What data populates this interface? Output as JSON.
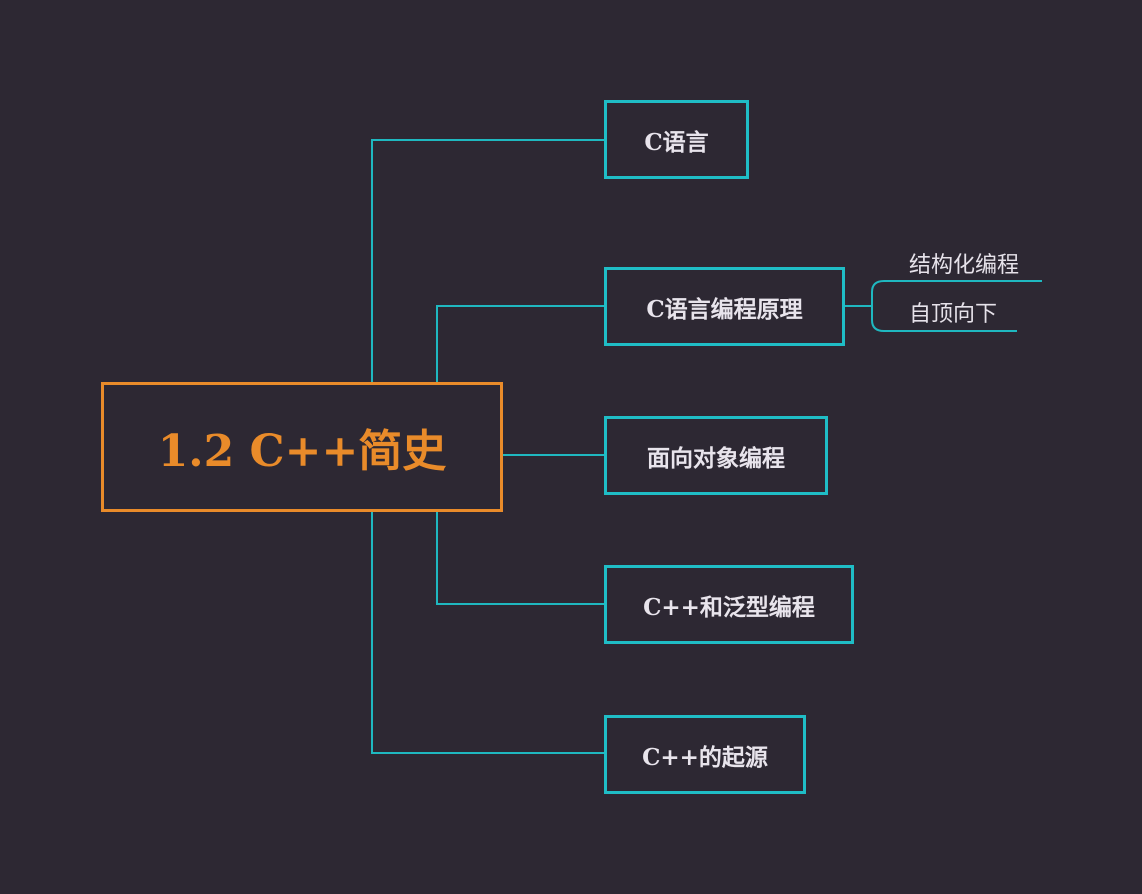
{
  "root": {
    "label": "1.2 C++简史"
  },
  "branches": [
    {
      "label": "C语言"
    },
    {
      "label": "C语言编程原理",
      "children": [
        {
          "label": "结构化编程"
        },
        {
          "label": "自顶向下"
        }
      ]
    },
    {
      "label": "面向对象编程"
    },
    {
      "label": "C++和泛型编程"
    },
    {
      "label": "C++的起源"
    }
  ],
  "colors": {
    "background": "#2d2833",
    "root_accent": "#e98b2a",
    "branch_accent": "#1fbdc6",
    "text": "#e8e4ec"
  }
}
